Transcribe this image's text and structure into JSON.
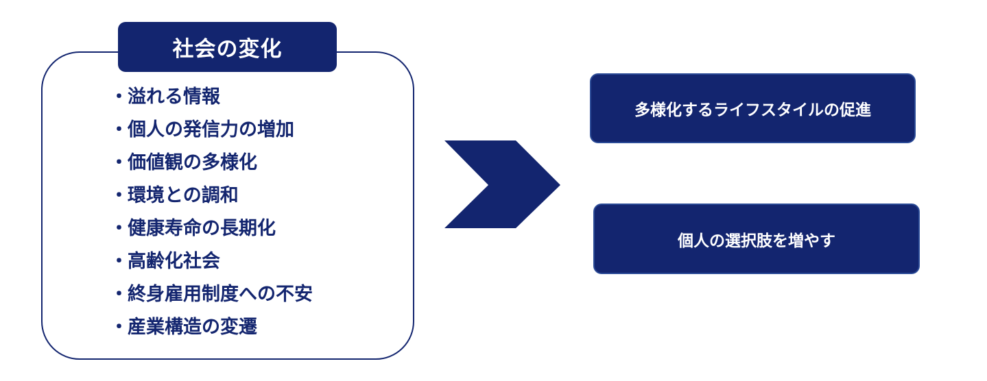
{
  "panel": {
    "title": "社会の変化",
    "bullet": "・",
    "items": [
      "溢れる情報",
      "個人の発信力の増加",
      "価値観の多様化",
      "環境との調和",
      "健康寿命の長期化",
      "高齢化社会",
      "終身雇用制度への不安",
      "産業構造の変遷"
    ]
  },
  "arrow": {
    "icon": "chevron-right-icon",
    "color": "#13256f"
  },
  "results": [
    "多様化するライフスタイルの促進",
    "個人の選択肢を増やす"
  ],
  "colors": {
    "primary": "#13256f",
    "text_on_primary": "#ffffff"
  }
}
